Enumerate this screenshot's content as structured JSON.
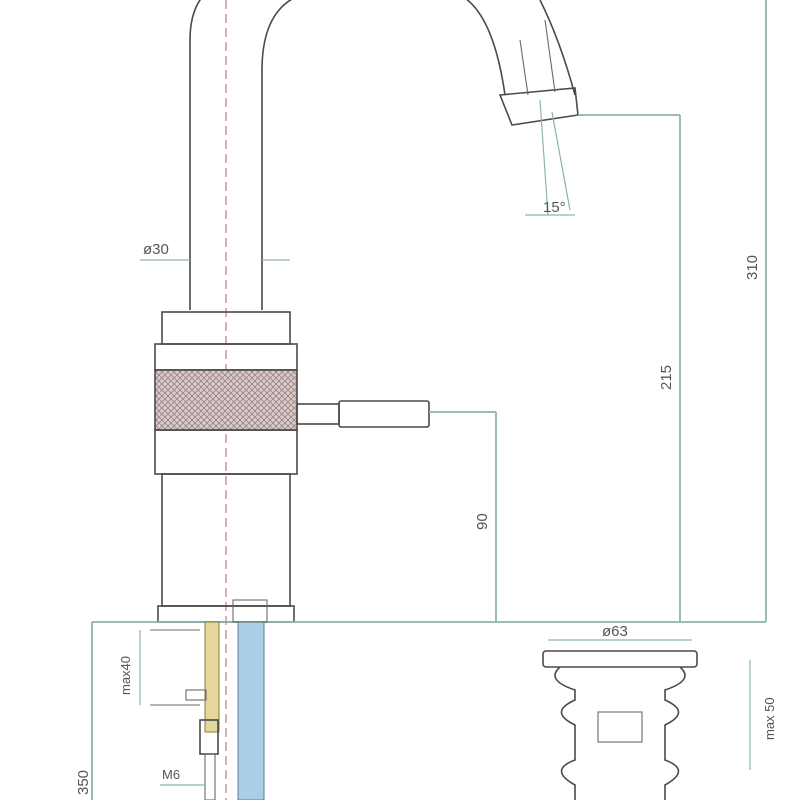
{
  "dimensions": {
    "spout_diameter": "ø30",
    "outlet_angle": "15°",
    "spout_outlet_height": "215",
    "total_height": "310",
    "lever_height": "90",
    "base_diameter": "ø63",
    "waste_max_height": "max 50",
    "max_thickness": "max40",
    "thread": "M6",
    "hose_length": "350"
  },
  "colors": {
    "outline": "#4a4a4a",
    "dimension": "#8fb3ad",
    "centerline": "#c47a7a",
    "hose_blue": "#a9cfe6",
    "rod_yellow": "#e6d79a",
    "knurl": "#b9a6a6"
  }
}
